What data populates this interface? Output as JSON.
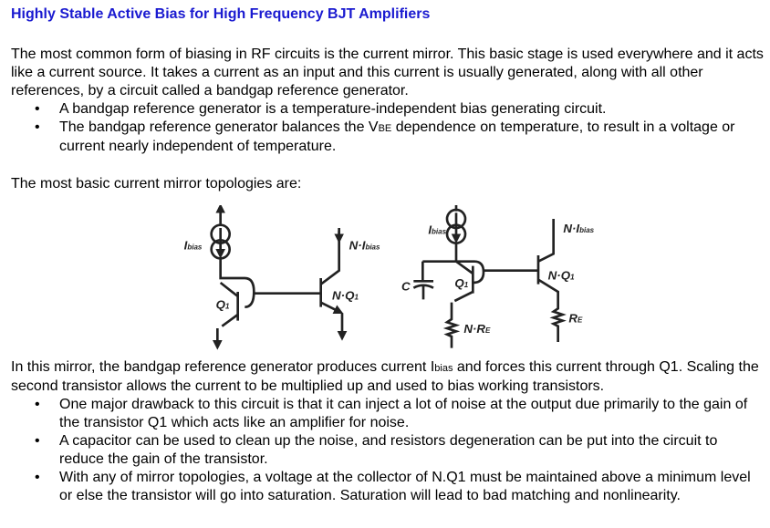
{
  "title": "Highly Stable Active Bias for High Frequency BJT Amplifiers",
  "intro": "The most common form of biasing in RF circuits is the current mirror. This basic stage is used everywhere and it acts like a current source. It takes a current as an input and this current is usually generated, along with all other references, by a circuit called a bandgap reference generator.",
  "bullets1": [
    "A bandgap reference generator is a temperature-independent bias generating circuit.",
    {
      "pre": "The bandgap reference generator balances the V",
      "sub": "BE",
      "post": " dependence on temperature, to result in a voltage or current nearly independent of temperature."
    }
  ],
  "topologies": "The most basic current mirror topologies are:",
  "diagram": {
    "ibias": "I",
    "ibias_sub": "bias",
    "n_ibias": "N·I",
    "q1": "Q",
    "q1_sub": "1",
    "nq1": "N·Q",
    "c": "C",
    "nre": "N·R",
    "re": "R",
    "e_sub": "E"
  },
  "explain": {
    "pre": "In this mirror, the bandgap reference generator produces current I",
    "sub": "bias",
    "post": " and forces this current through Q1. Scaling the second transistor allows the current to be multiplied up and used to bias working transistors."
  },
  "bullets2": [
    "One major drawback to this circuit is that it can inject a lot of noise at the output due primarily to the gain of the transistor Q1 which acts like an amplifier for noise.",
    "A capacitor can be used to clean up the noise, and resistors degeneration can be put into the circuit to reduce the gain of the transistor.",
    "With any of mirror topologies, a voltage at the collector of N.Q1 must be maintained above a minimum level or else the transistor will go into saturation. Saturation will lead to bad matching and nonlinearity."
  ]
}
